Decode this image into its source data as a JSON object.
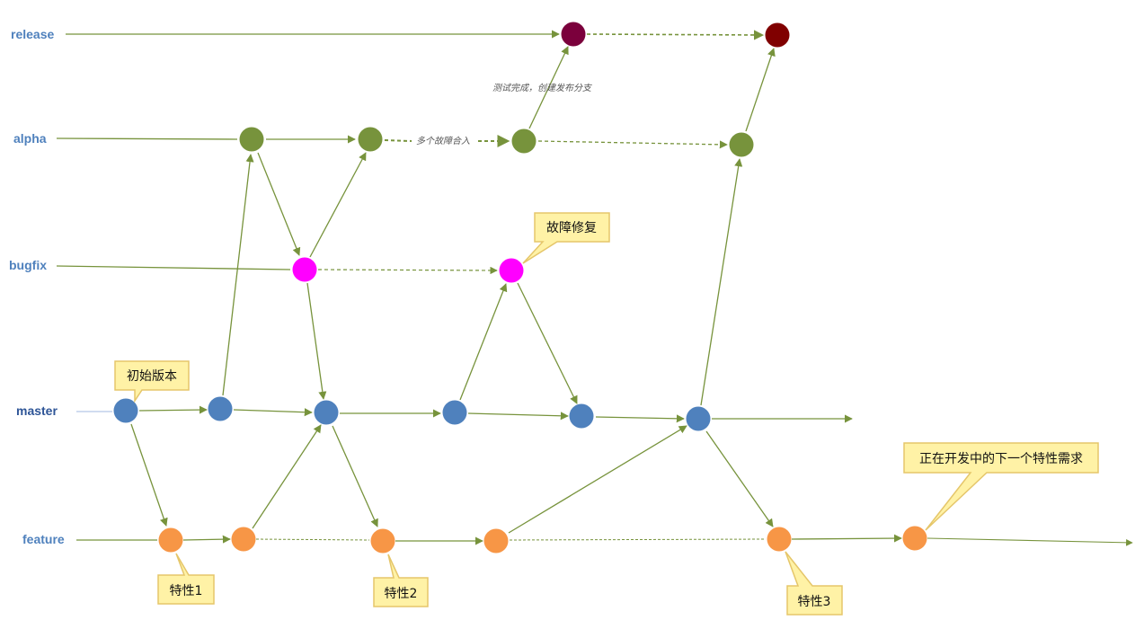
{
  "colors": {
    "edge": "#77933c",
    "label": "#4f81bd",
    "callout_fill": "#fff2a6",
    "callout_stroke": "#e5c66a",
    "release": "#7b003c",
    "release_final": "#800000",
    "alpha": "#77933c",
    "bugfix": "#ff00ff",
    "master": "#4f81bd",
    "feature": "#f79646"
  },
  "branches": [
    {
      "id": "release",
      "label": "release"
    },
    {
      "id": "alpha",
      "label": "alpha"
    },
    {
      "id": "bugfix",
      "label": "bugfix"
    },
    {
      "id": "master",
      "label": "master"
    },
    {
      "id": "feature",
      "label": "feature"
    }
  ],
  "edge_notes": {
    "alpha_to_release": "测试完成，创建发布分支",
    "alpha_merges": "多个故障合入"
  },
  "callouts": {
    "initial": "初始版本",
    "bugfix": "故障修复",
    "feature1": "特性1",
    "feature2": "特性2",
    "feature3": "特性3",
    "next": "正在开发中的下一个特性需求"
  }
}
